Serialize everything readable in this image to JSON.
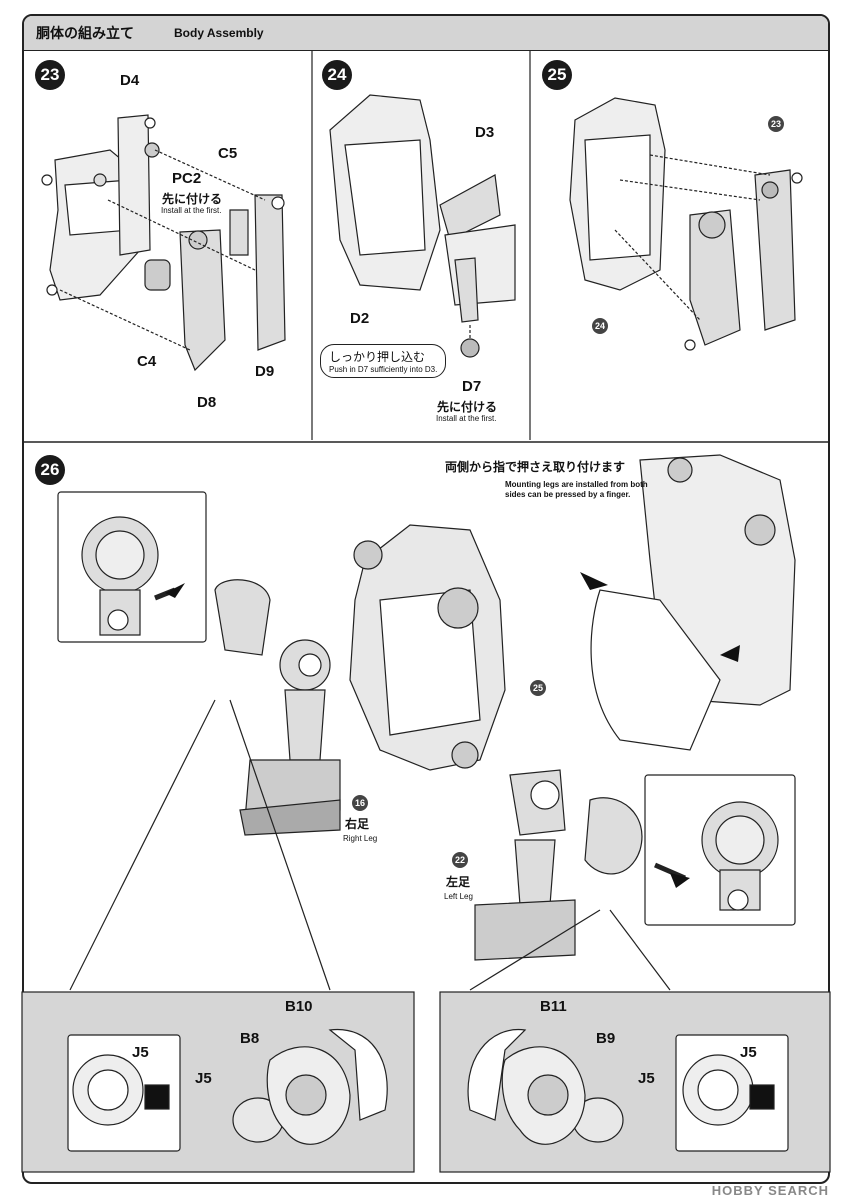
{
  "header": {
    "title_jp": "胴体の組み立て",
    "title_en": "Body Assembly"
  },
  "steps": {
    "s23": {
      "number": "23",
      "parts": {
        "d4": "D4",
        "pc2": "PC2",
        "c5": "C5",
        "c4": "C4",
        "d8": "D8",
        "d9": "D9"
      },
      "note_jp": "先に付ける",
      "note_en": "Install at the first."
    },
    "s24": {
      "number": "24",
      "parts": {
        "d3": "D3",
        "d2": "D2",
        "d7": "D7"
      },
      "callout_jp": "しっかり押し込む",
      "callout_en": "Push in D7 sufficiently into D3.",
      "note_jp": "先に付ける",
      "note_en": "Install at the first."
    },
    "s25": {
      "number": "25",
      "ref_top": "23",
      "ref_bottom": "24"
    },
    "s26": {
      "number": "26",
      "note_jp": "両側から指で押さえ取り付けます",
      "note_en_1": "Mounting legs are installed from both",
      "note_en_2": "sides can be pressed by a finger.",
      "ref_body": "25",
      "right_leg": {
        "ref": "16",
        "jp": "右足",
        "en": "Right Leg"
      },
      "left_leg": {
        "ref": "22",
        "jp": "左足",
        "en": "Left Leg"
      },
      "detail_left": {
        "b10": "B10",
        "b8": "B8",
        "j5a": "J5",
        "j5b": "J5"
      },
      "detail_right": {
        "b11": "B11",
        "b9": "B9",
        "j5a": "J5",
        "j5b": "J5"
      }
    }
  },
  "watermark": "HOBBY SEARCH"
}
